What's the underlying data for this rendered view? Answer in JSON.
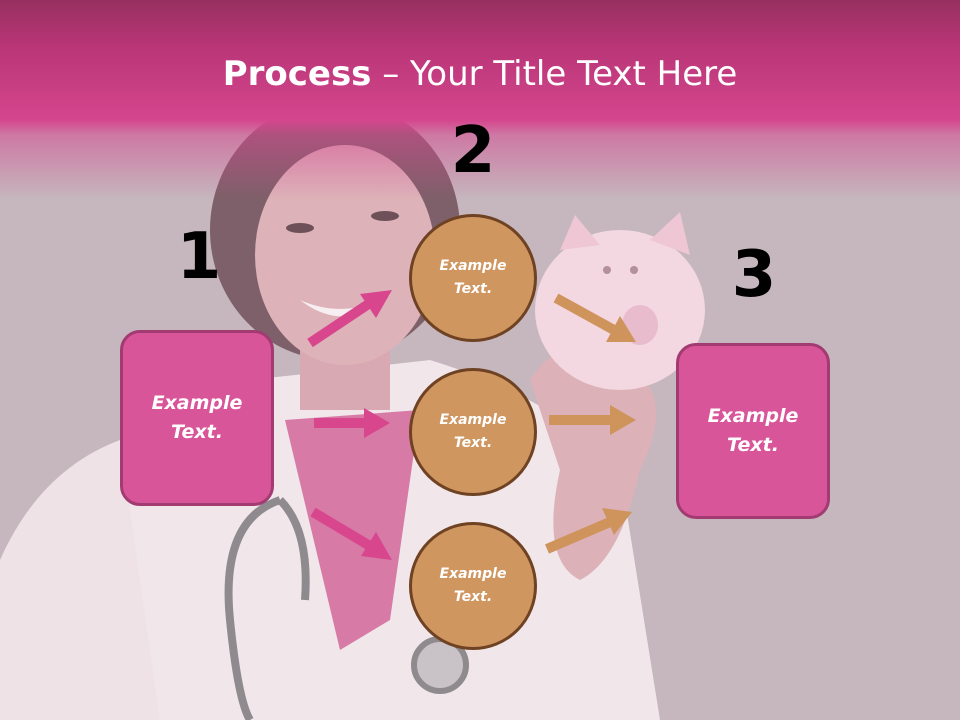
{
  "slide": {
    "title_bold": "Process",
    "title_rest": " – Your Title Text Here",
    "steps": [
      {
        "number": "1"
      },
      {
        "number": "2"
      },
      {
        "number": "3"
      }
    ],
    "left_box": {
      "text": "Example Text."
    },
    "right_box": {
      "text": "Example Text."
    },
    "circles": [
      {
        "text": "Example Text."
      },
      {
        "text": "Example Text."
      },
      {
        "text": "Example Text."
      }
    ]
  },
  "colors": {
    "header": "#d5468e",
    "box_fill": "#d9559a",
    "box_border": "#a23b71",
    "circle_fill": "#cf9660",
    "circle_border": "#6e4222",
    "pink_arrow": "#d8468e",
    "tan_arrow": "#cf935c"
  }
}
